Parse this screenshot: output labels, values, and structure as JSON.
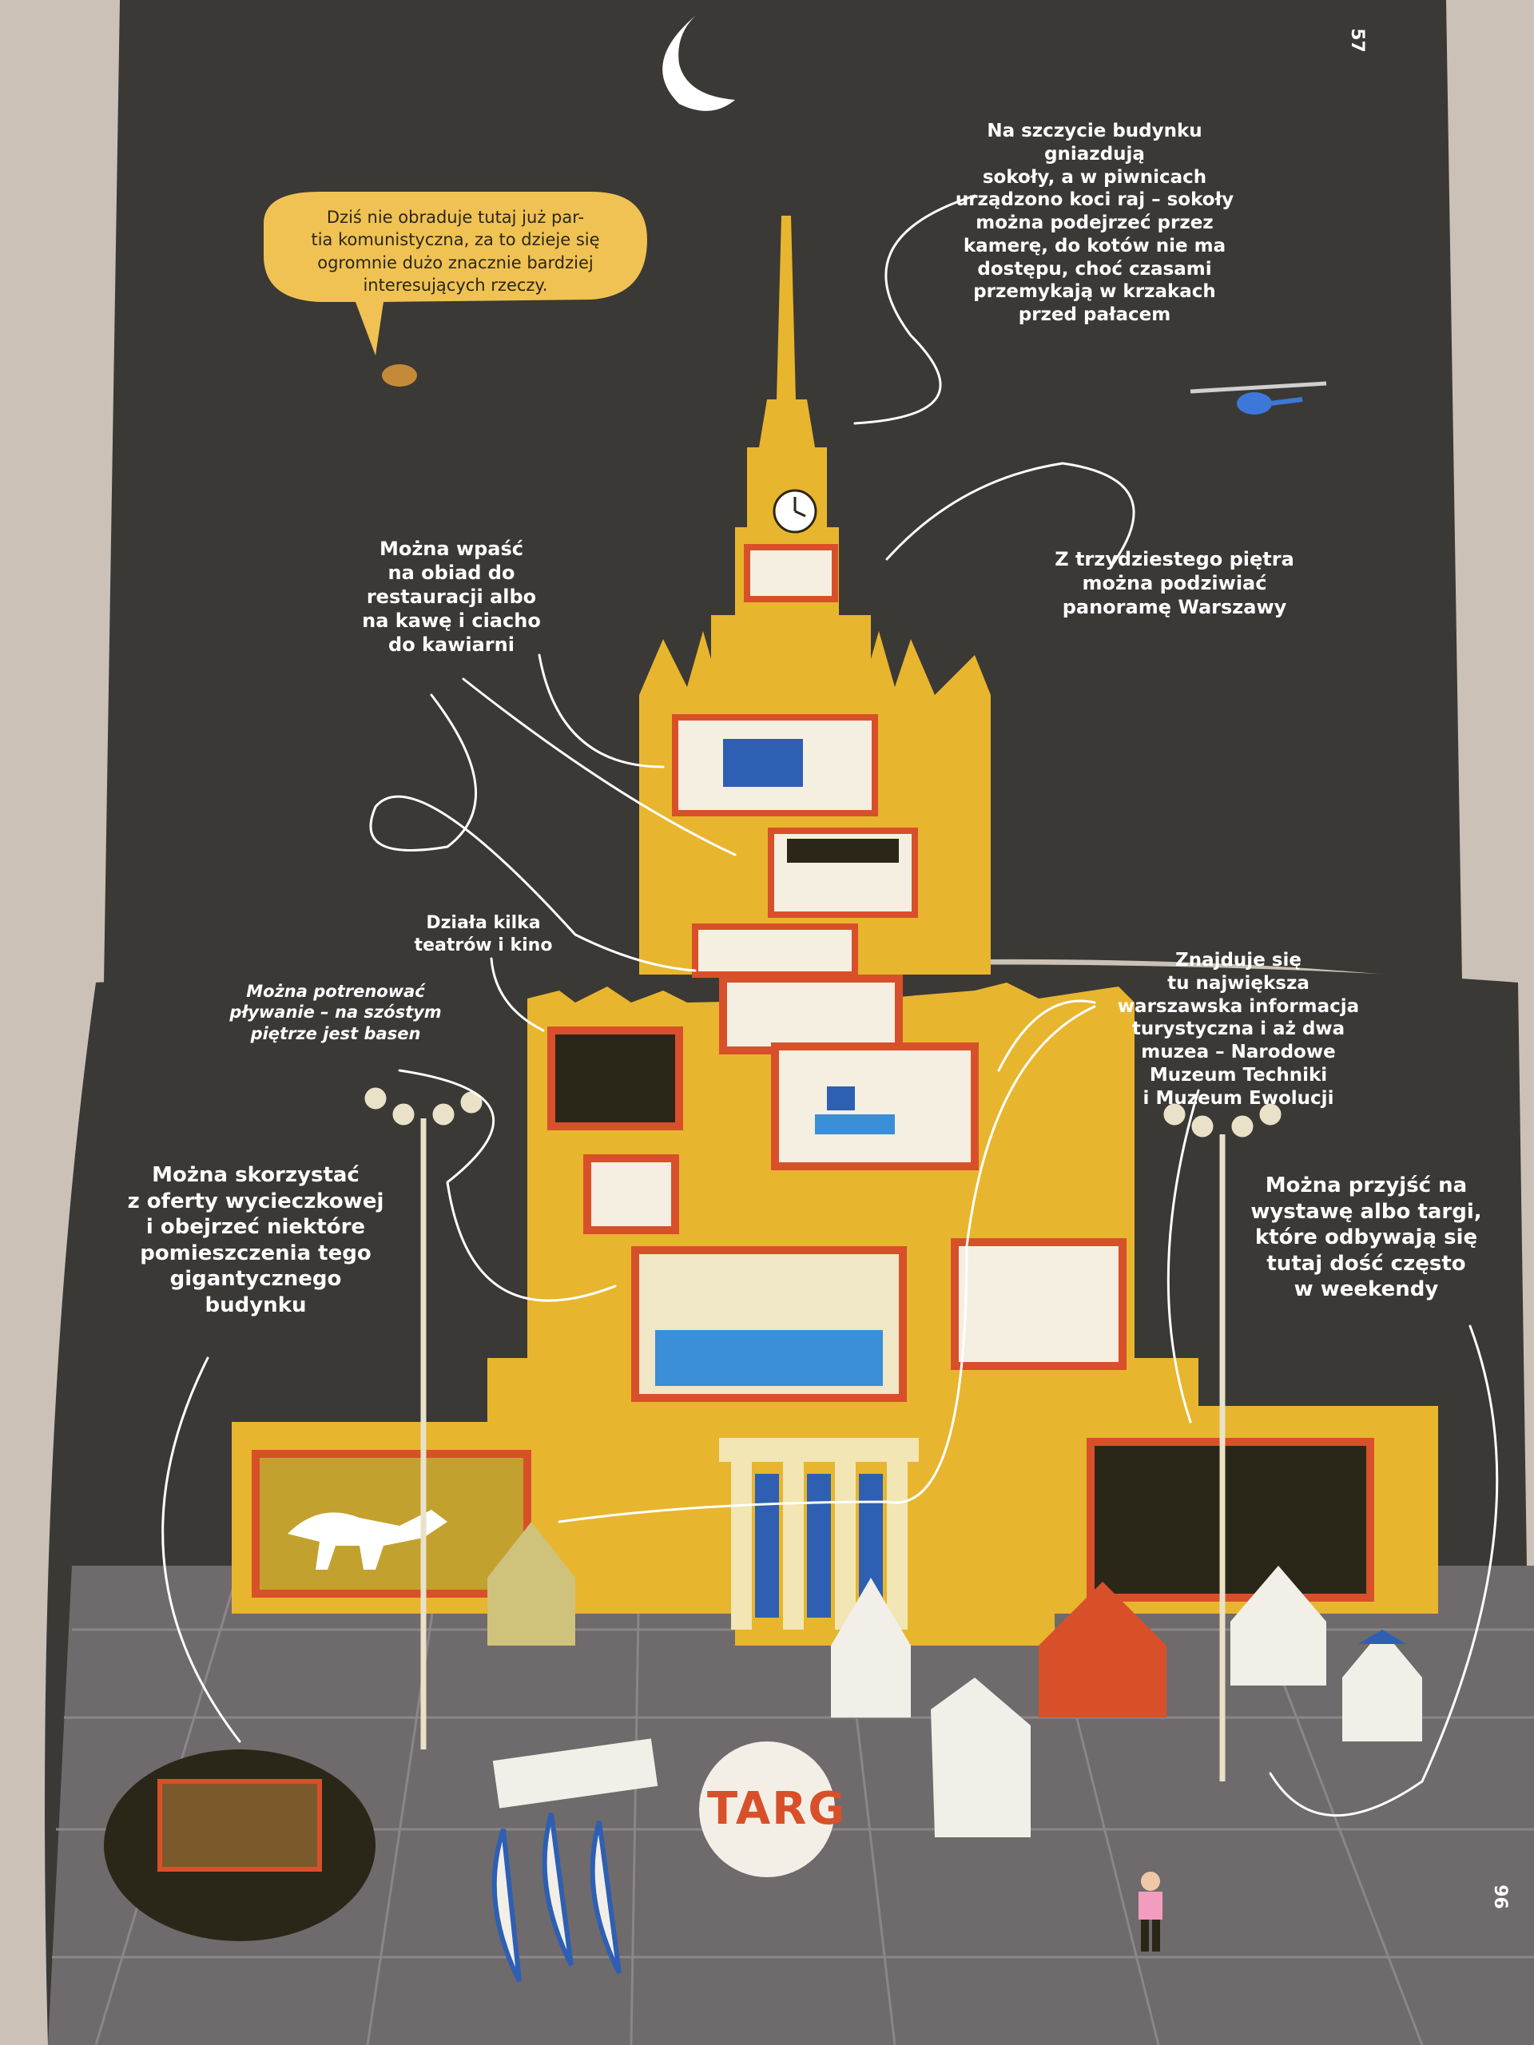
{
  "book": {
    "page_left_number": "57",
    "page_right_number": "96",
    "speech_bubble": "Dziś nie obraduje tutaj już par-\ntia komunistyczna, za to dzieje się\nogromnie dużo znacznie bardziej\ninteresujących rzeczy.",
    "captions": {
      "falcons": "Na szczycie budynku gniazdują\nsokoły, a w piwnicach\nurządzono koci raj – sokoły\nmożna podejrzeć przez\nkamerę, do kotów nie ma\ndostępu, choć czasami\nprzemykają w krzakach\nprzed pałacem",
      "panorama": "Z trzydziestego piętra\nmożna podziwiać\npanoramę Warszawy",
      "restaurant": "Można wpaść\nna obiad do\nrestauracji albo\nna kawę i ciacho\ndo kawiarni",
      "theatres": "Działa kilka\nteatrów i kino",
      "pool": "Można potrenować\npływanie – na szóstym\npiętrze jest basen",
      "info": "Znajduje się\ntu największa\nwarszawska informacja\nturystyczna i aż dwa\nmuzea – Narodowe\nMuzeum Techniki\ni Muzeum Ewolucji",
      "tours": "Można skorzystać\nz oferty wycieczkowej\ni obejrzeć niektóre\npomieszczenia tego\ngigantycznego\nbudynku",
      "fairs": "Można przyjść na\nwystawę albo targi,\nktóre odbywają się\ntutaj dość często\nw weekendy"
    },
    "balloon_label": "TARG"
  },
  "colors": {
    "page_dark": "#3b3936",
    "building_yellow": "#e8b52e",
    "room_red": "#d8502a",
    "bubble_yellow": "#f0c253",
    "plaza_gray": "#6e6a6c"
  }
}
